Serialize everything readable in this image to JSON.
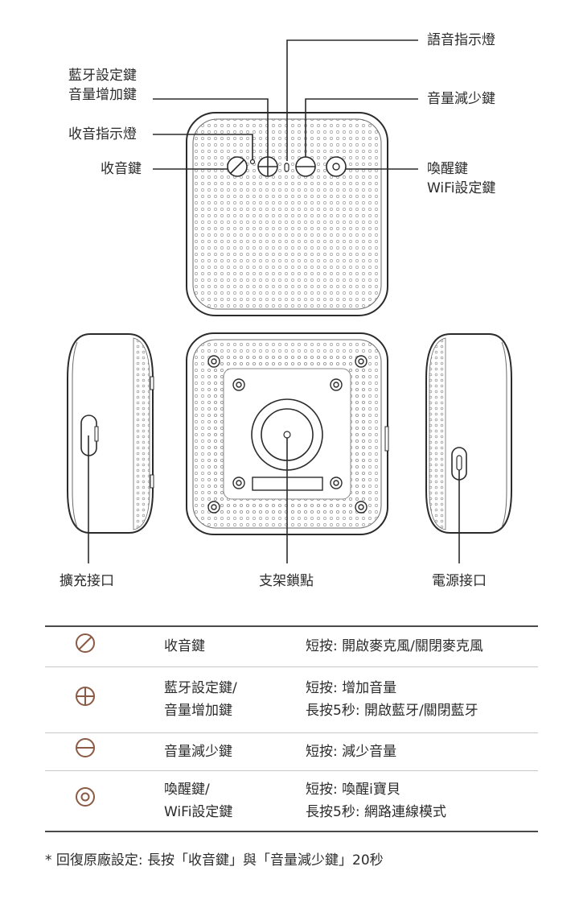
{
  "labels": {
    "voice_indicator": "語音指示燈",
    "bt_volume_up": [
      "藍牙設定鍵",
      "音量增加鍵"
    ],
    "volume_down": "音量減少鍵",
    "mic_indicator": "收音指示燈",
    "mic_button": "收音鍵",
    "wake_wifi": [
      "喚醒鍵",
      "WiFi設定鍵"
    ],
    "expansion_port": "擴充接口",
    "stand_lock": "支架鎖點",
    "power_port": "電源接口"
  },
  "table": {
    "rows": [
      {
        "icon": "mic-slash-icon",
        "name": [
          "收音鍵"
        ],
        "desc": [
          "短按: 開啟麥克風/關閉麥克風"
        ]
      },
      {
        "icon": "plus-circle-icon",
        "name": [
          "藍牙設定鍵/",
          "音量增加鍵"
        ],
        "desc": [
          "短按: 增加音量",
          "長按5秒: 開啟藍牙/關閉藍牙"
        ]
      },
      {
        "icon": "minus-circle-icon",
        "name": [
          "音量減少鍵"
        ],
        "desc": [
          "短按: 減少音量"
        ]
      },
      {
        "icon": "target-circle-icon",
        "name": [
          "喚醒鍵/",
          "WiFi設定鍵"
        ],
        "desc": [
          "短按: 喚醒i寶貝",
          "長按5秒: 網路連線模式"
        ]
      }
    ]
  },
  "footnote": "* 回復原廠設定: 長按「收音鍵」與「音量減少鍵」20秒",
  "colors": {
    "icon": "#8a5a44",
    "line": "#2b2b2b"
  }
}
